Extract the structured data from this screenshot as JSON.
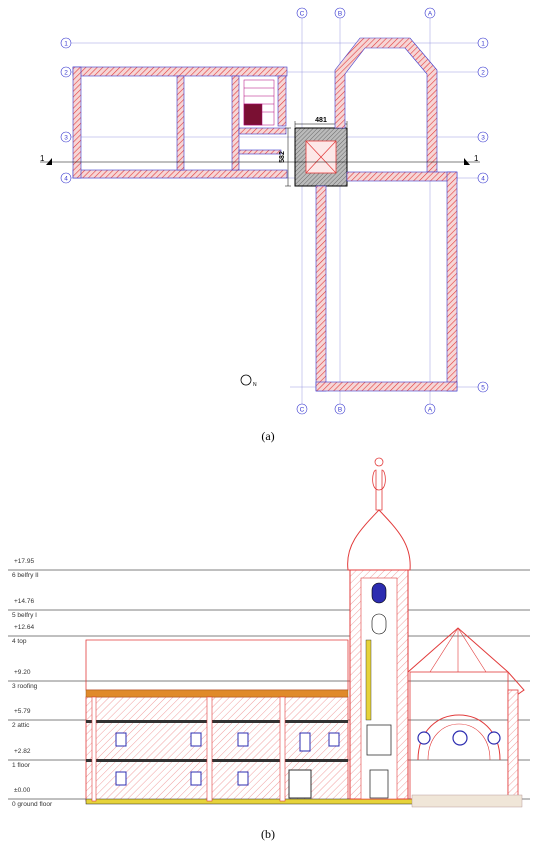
{
  "plan": {
    "grid_letters": [
      "C",
      "B",
      "A"
    ],
    "grid_numbers": [
      "1",
      "2",
      "3",
      "4",
      "5"
    ],
    "section_marker": "1",
    "dim_width": "481",
    "dim_height": "582",
    "north_label": "N",
    "caption": "(a)"
  },
  "elevation": {
    "levels": [
      {
        "value": "+17.95",
        "name": "6 belfry II"
      },
      {
        "value": "+14.76",
        "name": "5 belfry I"
      },
      {
        "value": "+12.64",
        "name": "4 top"
      },
      {
        "value": "+9.20",
        "name": "3 roofing"
      },
      {
        "value": "+5.79",
        "name": "2 attic"
      },
      {
        "value": "+2.82",
        "name": "1 floor"
      },
      {
        "value": "±0.00",
        "name": "0 ground floor"
      }
    ],
    "caption": "(b)"
  },
  "colors": {
    "wall_hatch": "#e23b3b",
    "wall_fill": "#f3c6c6",
    "grid_line": "#3a3ad0",
    "roof_orange": "#e08a2a",
    "window_blue": "#2c2cb0",
    "floor_yellow": "#e6d33a"
  }
}
